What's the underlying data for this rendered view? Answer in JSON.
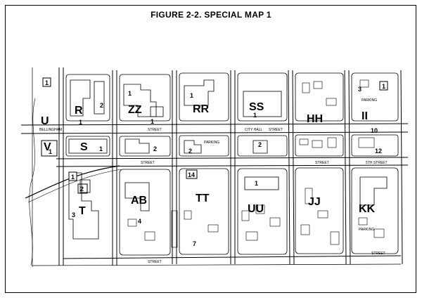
{
  "figure": {
    "title": "FIGURE 2-2.  SPECIAL MAP 1"
  },
  "map": {
    "zones": [
      "U",
      "R",
      "ZZ",
      "RR",
      "SS",
      "HH",
      "V",
      "S",
      "II",
      "T",
      "AB",
      "TT",
      "UU",
      "JJ",
      "KK"
    ],
    "numbers": [
      "1",
      "2",
      "1",
      "2",
      "1",
      "1",
      "2",
      "1",
      "1",
      "2",
      "3",
      "1",
      "10",
      "12",
      "1",
      "1",
      "2",
      "14",
      "1",
      "1",
      "3",
      "4",
      "7"
    ],
    "streets": [
      "BELLINGHAM",
      "STREET",
      "STREET",
      "CITY HALL",
      "PARKING",
      "PARKING",
      "STREET",
      "5TH STREET",
      "STREET",
      "STREET",
      "PARKING",
      "STREET"
    ]
  }
}
